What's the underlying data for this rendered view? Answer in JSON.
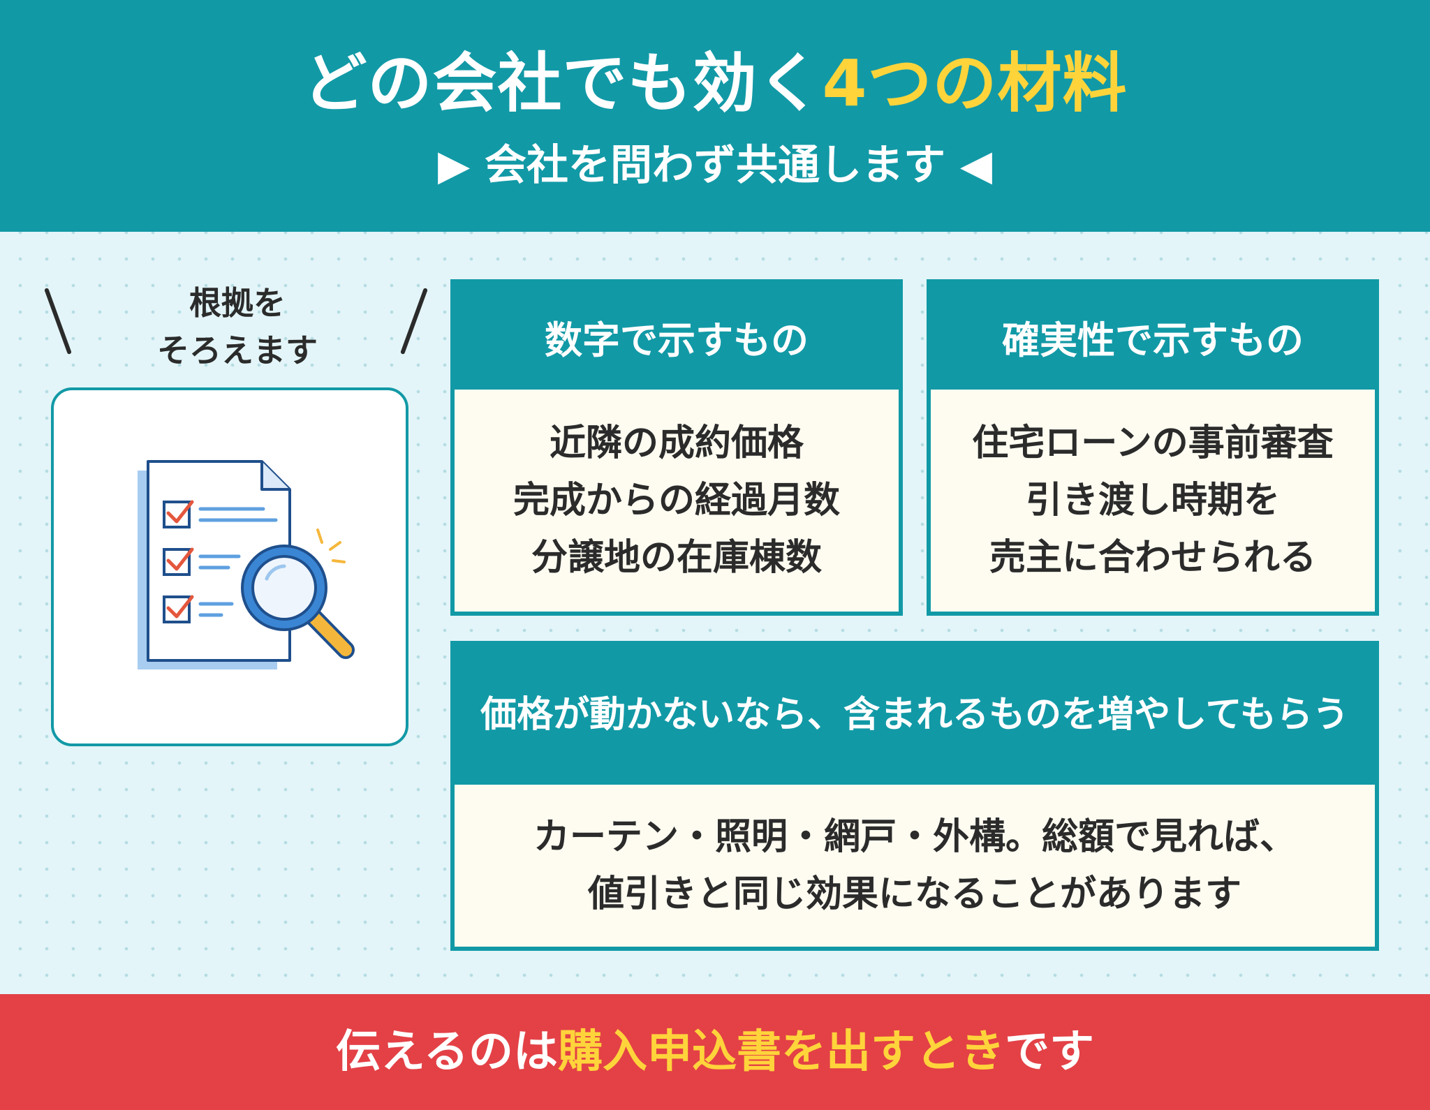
{
  "header": {
    "title_main": "どの会社でも効く",
    "title_accent": "4つの材料",
    "subtitle": "▶ 会社を問わず共通します ◀"
  },
  "left_panel": {
    "caption_line1": "根拠を",
    "caption_line2": "そろえます",
    "illustration_icon": "checklist-magnifier-icon"
  },
  "cards": [
    {
      "heading": "数字で示すもの",
      "lines": [
        "近隣の成約価格",
        "完成からの経過月数",
        "分譲地の在庫棟数"
      ]
    },
    {
      "heading": "確実性で示すもの",
      "lines": [
        "住宅ローンの事前審査",
        "引き渡し時期を",
        "売主に合わせられる"
      ]
    },
    {
      "heading": "価格が動かないなら、含まれるものを増やしてもらう",
      "lines": [
        "カーテン・照明・網戸・外構。総額で見れば、",
        "値引きと同じ効果になることがあります"
      ]
    }
  ],
  "footer": {
    "text_a": "伝えるのは",
    "text_accent": "購入申込書を出すとき",
    "text_b": "です"
  },
  "colors": {
    "teal": "#1299a6",
    "yellow": "#ffd43b",
    "red": "#e34146",
    "cream": "#fefcf1",
    "background": "#e3f5f8"
  }
}
